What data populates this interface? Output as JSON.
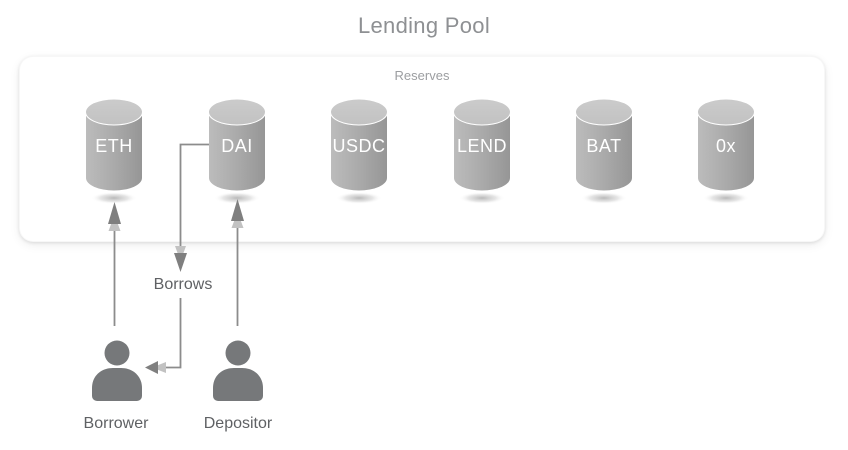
{
  "page": {
    "title": "Lending Pool"
  },
  "reserves": {
    "label": "Reserves",
    "tokens": [
      "ETH",
      "DAI",
      "USDC",
      "LEND",
      "BAT",
      "0x"
    ]
  },
  "flows": {
    "borrows": "Borrows"
  },
  "actors": {
    "borrower": "Borrower",
    "depositor": "Depositor"
  },
  "colors": {
    "title_text": "#8e9093",
    "muted_text": "#9c9ea1",
    "label_text": "#5f6164",
    "line": "#8c8c8c",
    "cylinder_top": "#c7c7c7",
    "cylinder_body_light": "#bcbcbc",
    "cylinder_body_dark": "#969696",
    "cylinder_text": "#ffffff",
    "person": "#76787a",
    "panel_bg": "#ffffff"
  }
}
